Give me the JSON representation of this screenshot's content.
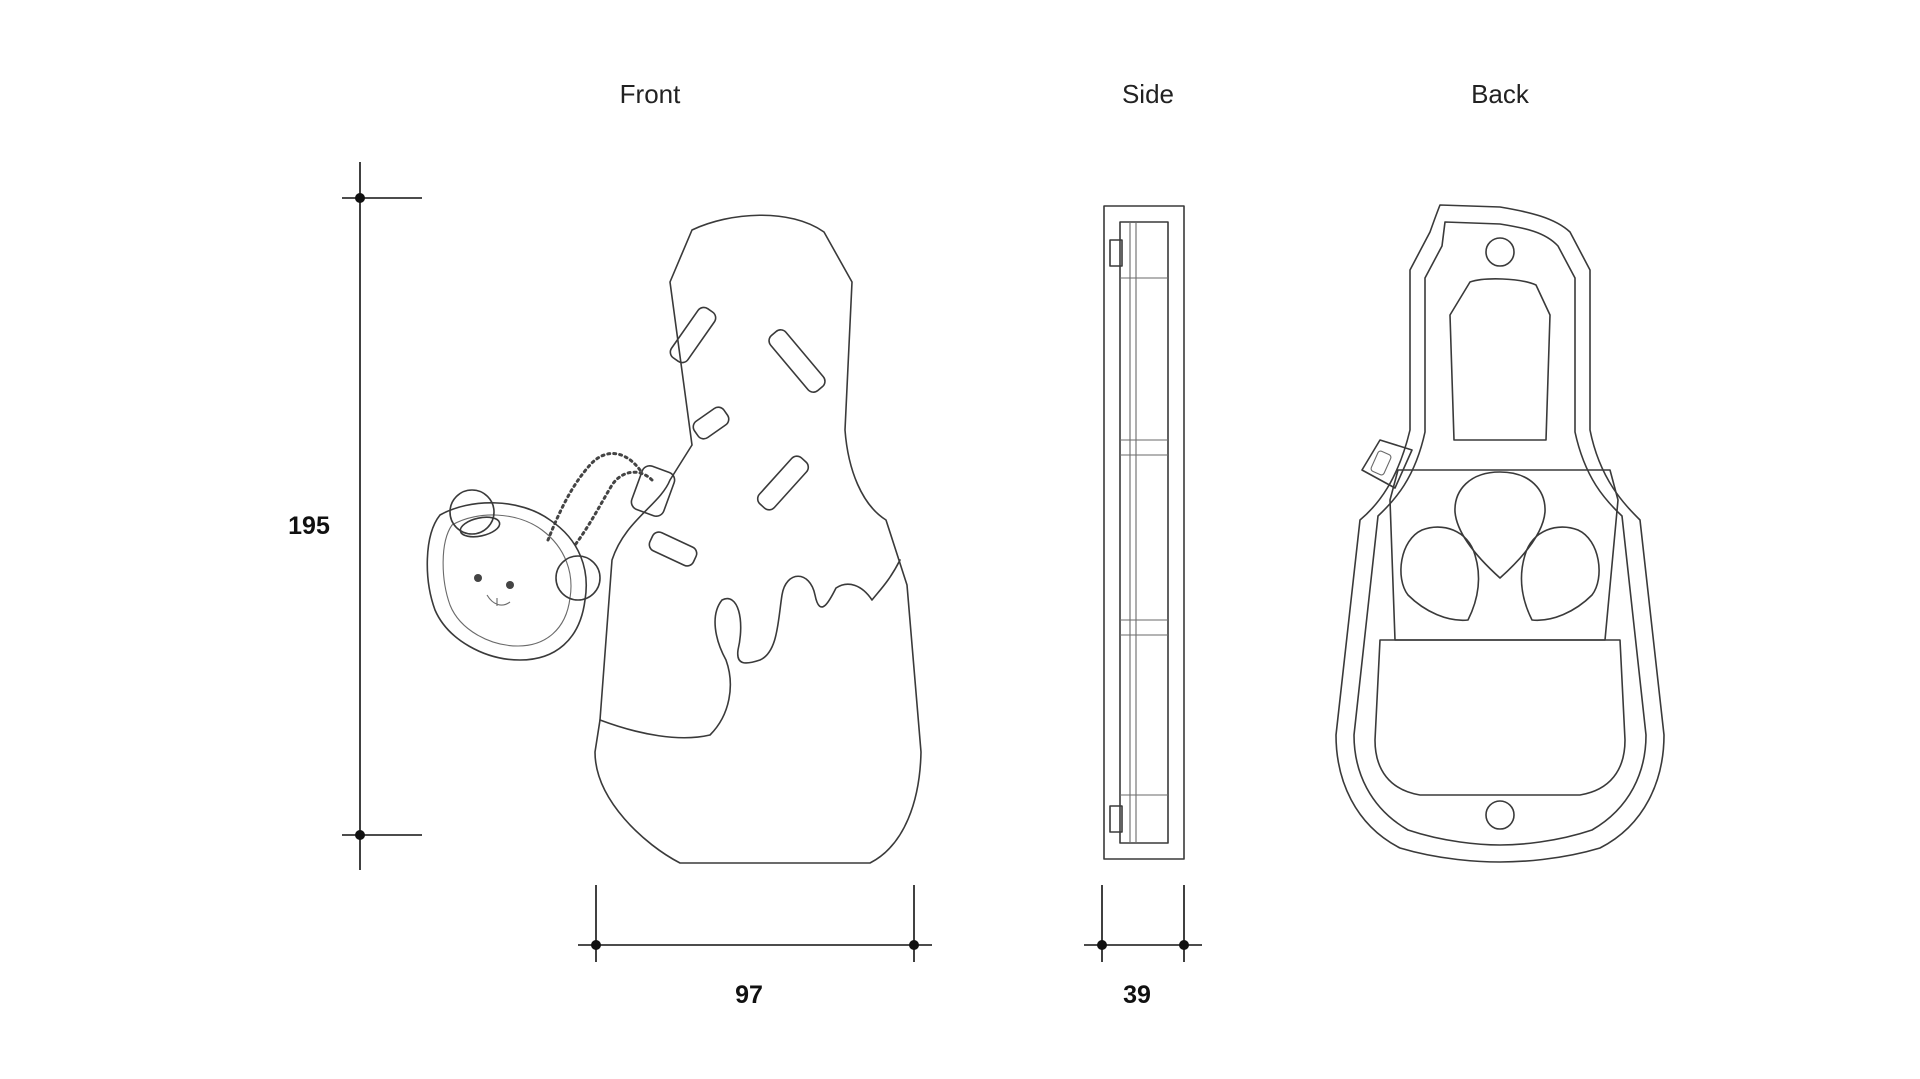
{
  "views": {
    "front": "Front",
    "side": "Side",
    "back": "Back"
  },
  "dimensions": {
    "height": "195",
    "width": "97",
    "depth": "39"
  }
}
